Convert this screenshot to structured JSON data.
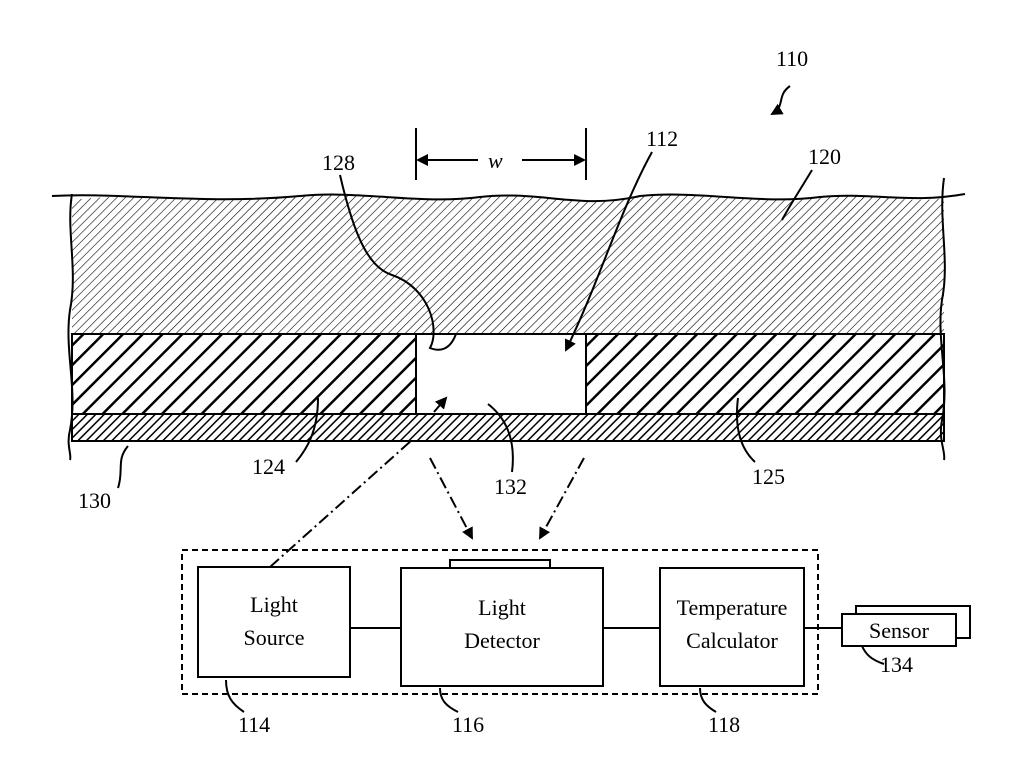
{
  "figure": {
    "ref_device": "110",
    "ref_cavity": "112",
    "ref_top_layer": "120",
    "ref_cavity_wall": "128",
    "ref_left_spacer": "124",
    "ref_right_spacer": "125",
    "ref_substrate": "130",
    "ref_cavity_floor": "132",
    "width_label": "w",
    "ref_light_source": "114",
    "ref_light_detector": "116",
    "ref_temp_calculator": "118",
    "ref_sensor": "134"
  },
  "blocks": {
    "light_source": {
      "line1": "Light",
      "line2": "Source"
    },
    "light_detector": {
      "line1": "Light",
      "line2": "Detector"
    },
    "temperature_calculator": {
      "line1": "Temperature",
      "line2": "Calculator"
    },
    "sensor": {
      "label": "Sensor"
    }
  }
}
